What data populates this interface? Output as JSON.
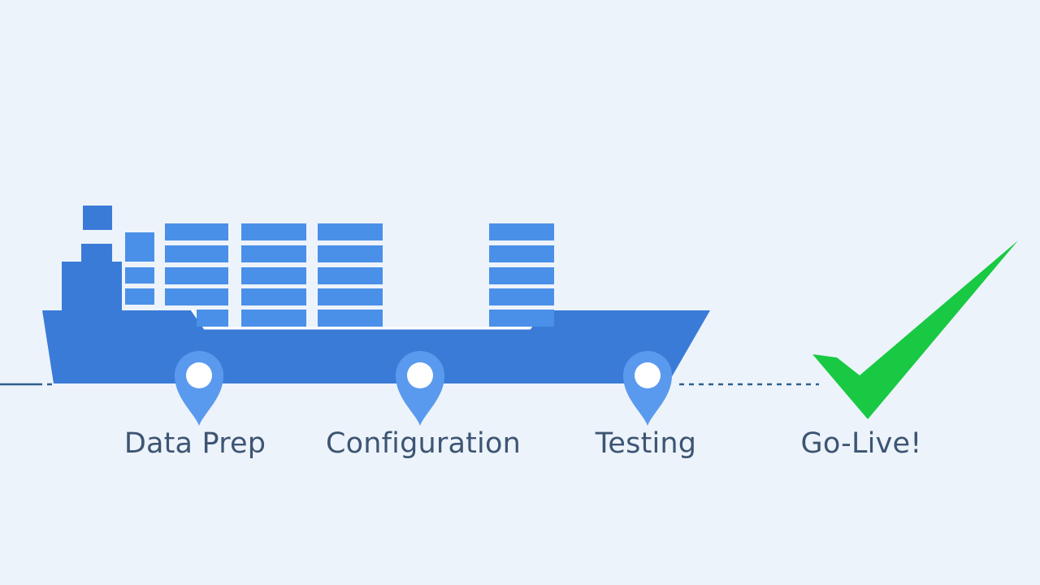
{
  "colors": {
    "background": "#edf3fa",
    "hull": "#3a7bd8",
    "container": "#4a90e8",
    "pin": "#5a9aee",
    "pin_hole": "#ffffff",
    "waterline": "#2f5f8f",
    "label_text": "#3d5573",
    "check": "#19c944"
  },
  "milestones": [
    {
      "label": "Data Prep",
      "icon": "map-pin-icon"
    },
    {
      "label": "Configuration",
      "icon": "map-pin-icon"
    },
    {
      "label": "Testing",
      "icon": "map-pin-icon"
    },
    {
      "label": "Go-Live!",
      "icon": "checkmark-icon"
    }
  ],
  "illustration": {
    "ship_icon": "cargo-ship-icon"
  }
}
